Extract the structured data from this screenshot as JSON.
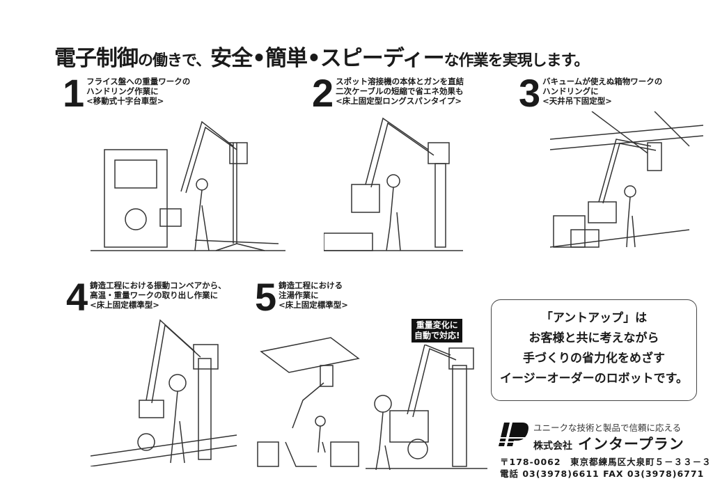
{
  "title": {
    "part1": "電子制御",
    "part2": "の働きで、",
    "part3": "安全•簡単•スピーディー",
    "part4": "な作業を実現します。"
  },
  "sections": [
    {
      "num": "1",
      "lines": [
        "フライス盤への重量ワークの",
        "ハンドリング作業に",
        "<移動式十字台車型>"
      ]
    },
    {
      "num": "2",
      "lines": [
        "スポット溶接機の本体とガンを直結",
        "二次ケーブルの短縮で省エネ効果も",
        "<床上固定型ロングスパンタイプ>"
      ]
    },
    {
      "num": "3",
      "lines": [
        "バキュームが使えぬ箱物ワークの",
        "ハンドリングに",
        "<天井吊下固定型>"
      ]
    },
    {
      "num": "4",
      "lines": [
        "鋳造工程における振動コンベアから、",
        "高温・重量ワークの取り出し作業に",
        "<床上固定標準型>"
      ]
    },
    {
      "num": "5",
      "lines": [
        "鋳造工程における",
        "注湯作業に",
        "<床上固定標準型>"
      ]
    }
  ],
  "badge": [
    "重量変化に",
    "自動で対応!"
  ],
  "message": [
    "「アントアップ」は",
    "お客様と共に考えながら",
    "手づくりの省力化をめざす",
    "イージーオーダーのロボットです。"
  ],
  "company": {
    "logo_text": "IP",
    "tagline": "ユニークな技術と製品で信頼に応える",
    "kabushiki": "株式会社",
    "name": "インタープラン",
    "address": "〒178-0062　東京都練馬区大泉町５－３３－３",
    "phone": "電話  03(3978)6611   FAX  03(3978)6771"
  }
}
